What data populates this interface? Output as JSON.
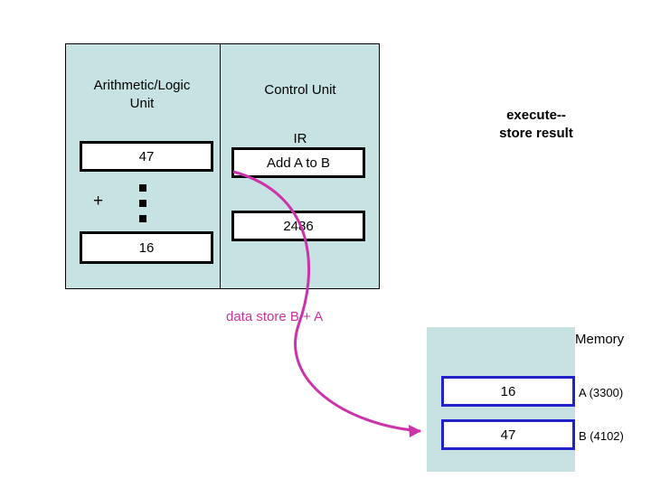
{
  "diagram": {
    "cpu": {
      "alu_title": "Arithmetic/Logic\nUnit",
      "control_unit_title": "Control Unit",
      "ir_title": "IR",
      "alu_operand_top": "47",
      "alu_operator": "+",
      "alu_operand_bottom": "16",
      "ir_instruction": "Add A to B",
      "data_register": "2486"
    },
    "annotations": {
      "execute": "execute--\nstore result",
      "data_store": "data store  B + A"
    },
    "memory": {
      "label": "Memory",
      "rows": [
        {
          "value": "16",
          "address": "A (3300)"
        },
        {
          "value": "47",
          "address": "B (4102)"
        }
      ]
    },
    "colors": {
      "panel_fill": "#c6e2e2",
      "arrow": "#cc33aa",
      "memory_border": "#2222cc",
      "box_border": "#000000",
      "text": "#000000"
    },
    "icons": {
      "ellipsis": "vertical-ellipsis-icon",
      "arrow": "curved-arrow-icon"
    }
  }
}
